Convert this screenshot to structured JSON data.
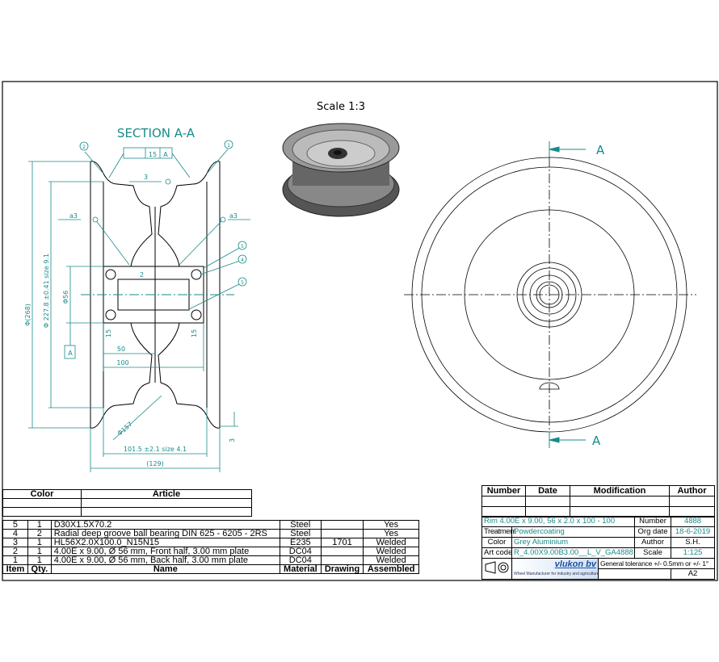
{
  "drawing": {
    "scale_label": "Scale 1:3",
    "section_title": "SECTION A-A",
    "section_marker": "A",
    "datum": "A",
    "tolerance_frame": {
      "value": "15",
      "datum": "A"
    },
    "weld_top": "3",
    "weld_left": "a3",
    "weld_right": "a3",
    "balloons": [
      "1",
      "2",
      "3",
      "4",
      "5"
    ],
    "dimensions": {
      "outer_dia": "Φ(268)",
      "bead_dia": "Φ 227.8 ±0.41 size 9.1",
      "hub_dia": "Φ56",
      "wall": "2",
      "bearing_left": "15",
      "bearing_right": "15",
      "half_width": "50",
      "hub_width": "100",
      "width_inner": "101.5 ±2.1 size 4.1",
      "width_overall": "(129)",
      "flange_thk": "3",
      "hump_dia": "Φ157"
    },
    "colors": {
      "line": "#000000",
      "dimension": "#1a8a8a"
    }
  },
  "parts_list": {
    "headers": [
      "Item",
      "Qty.",
      "Name",
      "Material",
      "Drawing",
      "Assembled"
    ],
    "color_header": "Color",
    "article_header": "Article",
    "rows": [
      [
        "5",
        "1",
        "D30X1.5X70.2",
        "Steel",
        "",
        "Yes"
      ],
      [
        "4",
        "2",
        "Radial deep groove ball bearing DIN 625 - 6205 - 2RS",
        "Steel",
        "",
        "Yes"
      ],
      [
        "3",
        "1",
        "HL56X2.0X100.0_N15N15",
        "E235",
        "1701",
        "Welded"
      ],
      [
        "2",
        "1",
        "4.00E x 9.00, Ø 56 mm, Front half, 3.00 mm plate",
        "DC04",
        "",
        "Welded"
      ],
      [
        "1",
        "1",
        "4.00E x 9.00, Ø 56 mm, Back half, 3.00 mm plate",
        "DC04",
        "",
        "Welded"
      ]
    ]
  },
  "title_block": {
    "mod_headers": [
      "Number",
      "Date",
      "Modification",
      "Author"
    ],
    "description": "Rim 4.00E x 9.00,  56 x 2.0 x 100 - 100",
    "treatment_label": "Treatment",
    "treatment": "Powdercoating",
    "color_label": "Color",
    "color": "Grey Aluminium",
    "artcode_label": "Art code",
    "artcode": "R_4.00X9.00B3.00__L_V_GA4888",
    "number_label": "Number",
    "number": "4888",
    "orgdate_label": "Org date",
    "orgdate": "18-6-2019",
    "author_label": "Author",
    "author": "S.H.",
    "scale_label": "Scale",
    "scale": "1:125",
    "logo_name": "vlukon bv",
    "logo_tagline": "Wheel Manufacturer for industry and agriculture",
    "tolerance": "General tolerance +/- 0.5mm or +/- 1°",
    "sheet_size": "A2"
  }
}
